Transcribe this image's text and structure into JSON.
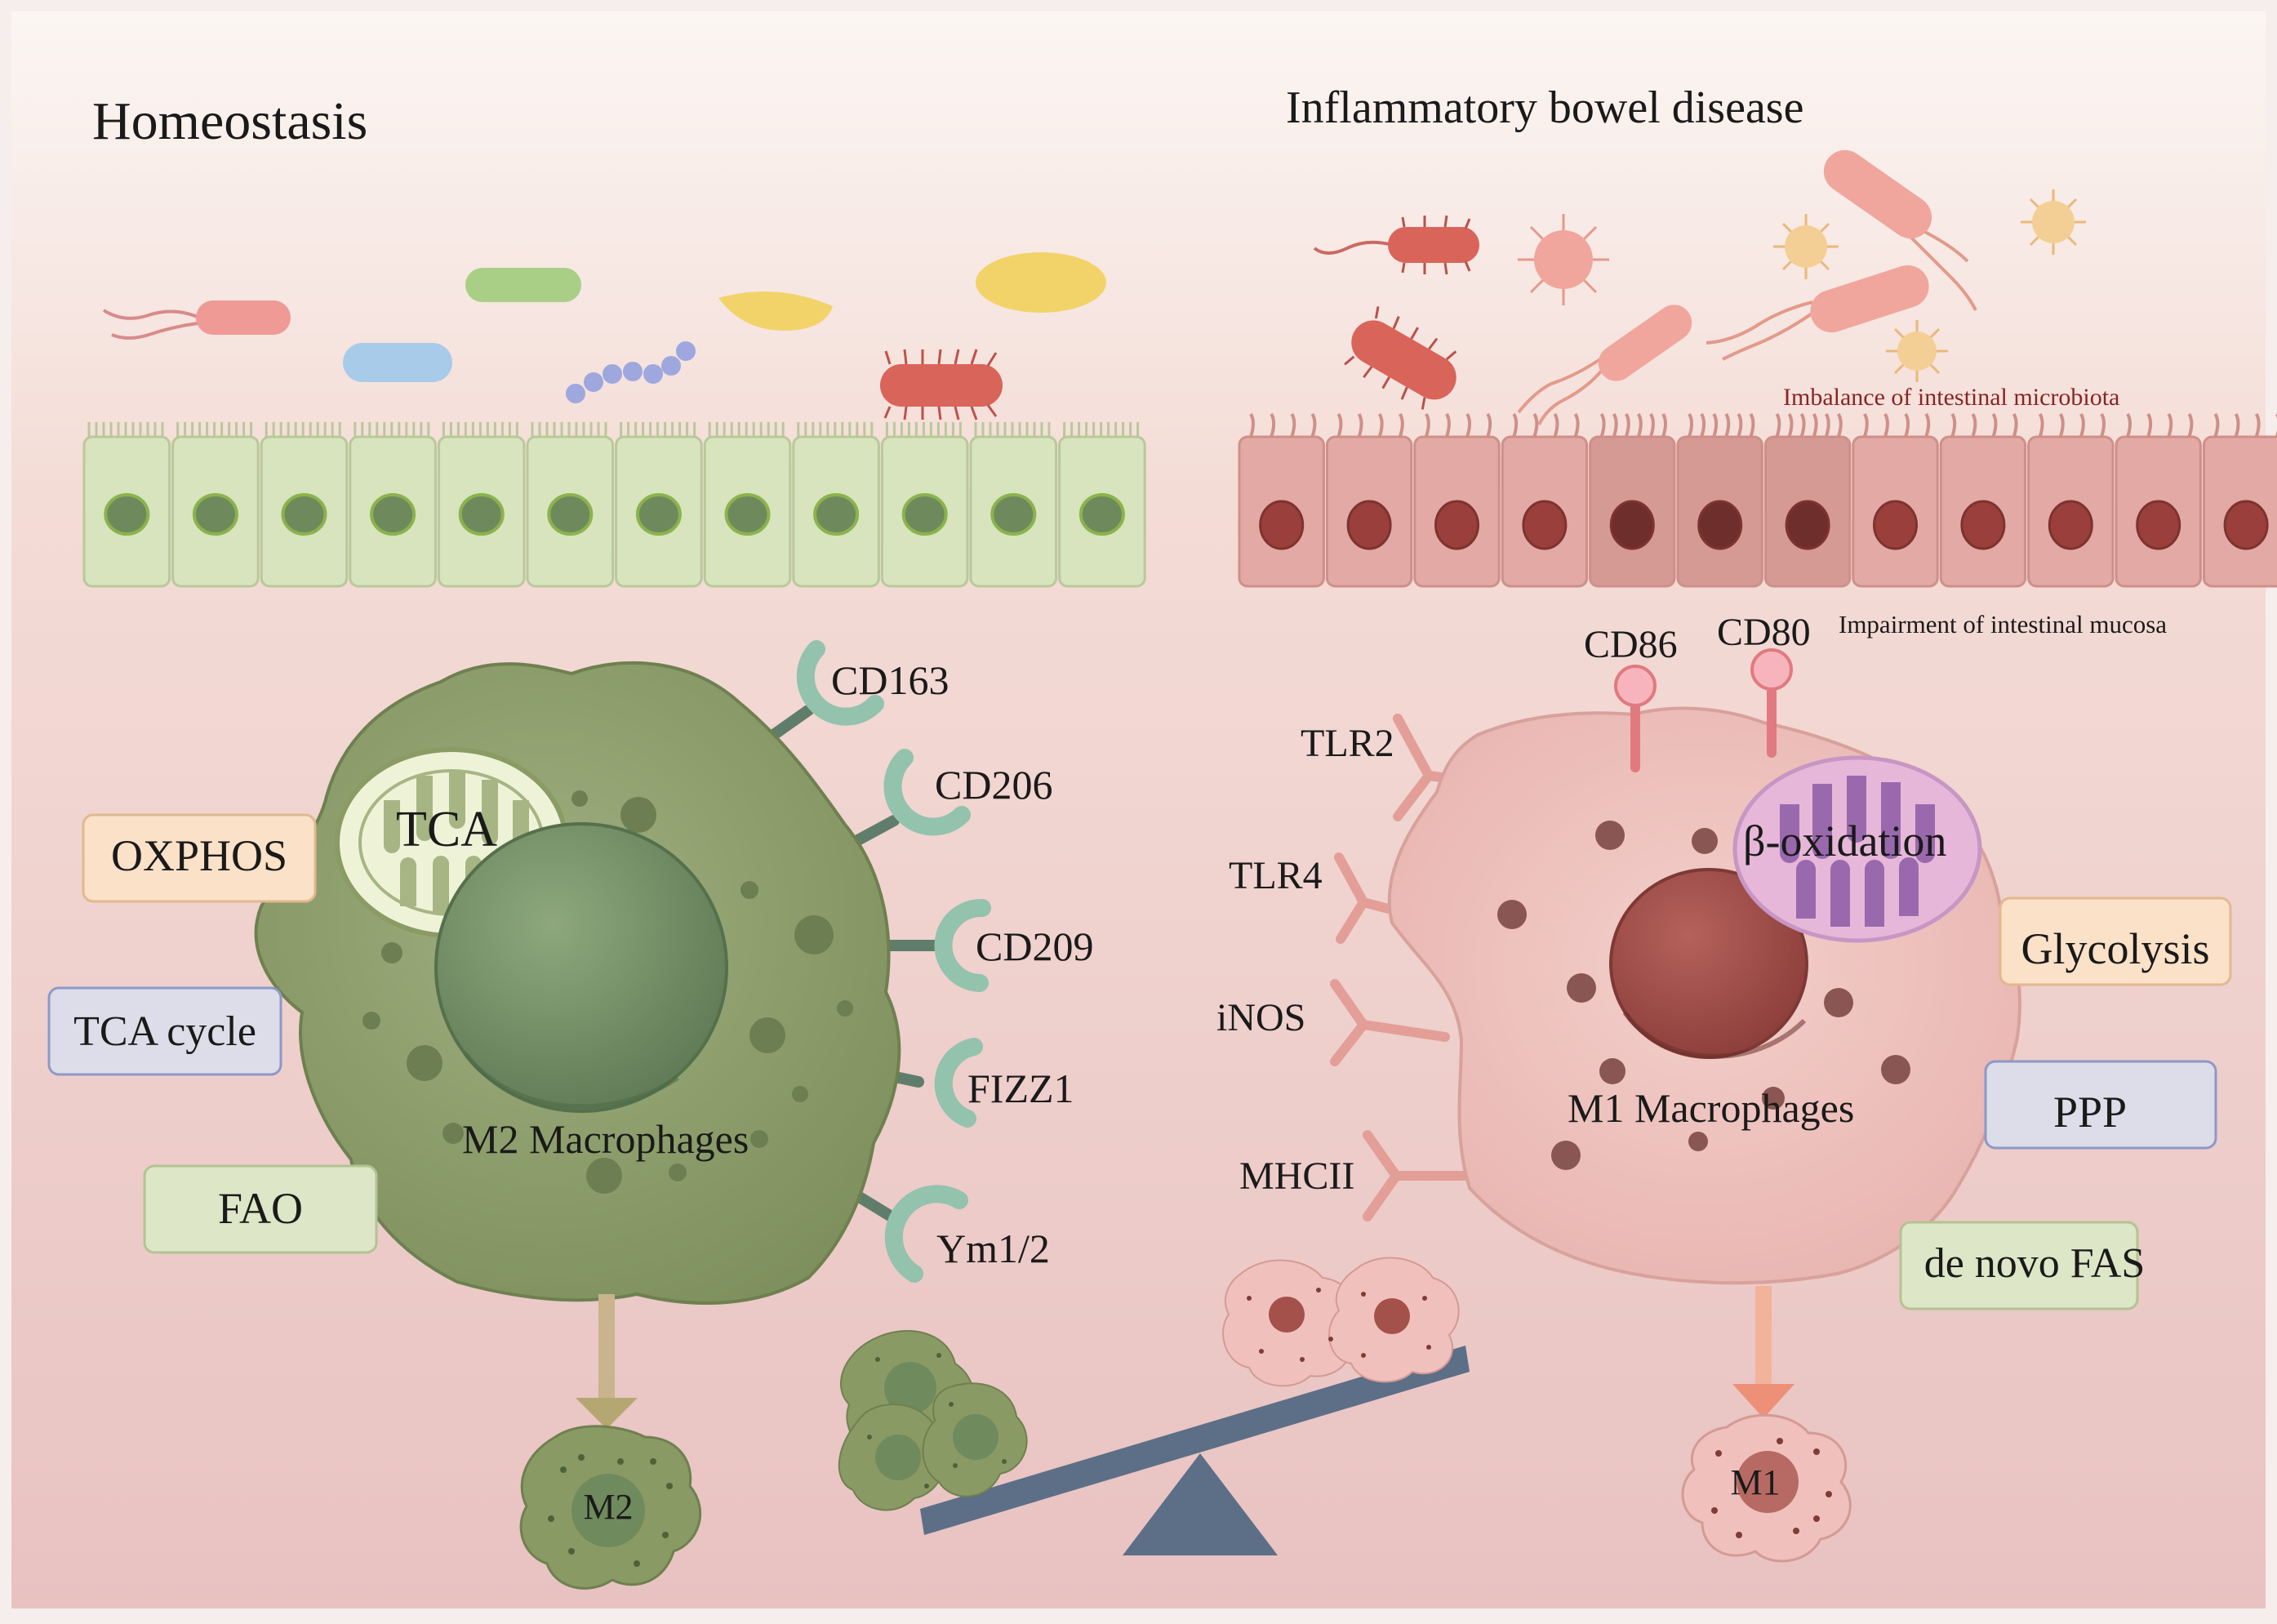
{
  "sections": {
    "homeostasis_title": "Homeostasis",
    "ibd_title": "Inflammatory bowel disease"
  },
  "annotations": {
    "imbalance": "Imbalance of intestinal microbiota",
    "impairment": "Impairment of intestinal mucosa"
  },
  "m2": {
    "cell_label": "M2 Macrophages",
    "mitochondria_label": "TCA",
    "small_cell_label": "M2",
    "metabolism": [
      "OXPHOS",
      "TCA cycle",
      "FAO"
    ],
    "receptors": [
      "CD163",
      "CD206",
      "CD209",
      "FIZZ1",
      "Ym1/2"
    ]
  },
  "m1": {
    "cell_label": "M1 Macrophages",
    "mitochondria_label": "β-oxidation",
    "small_cell_label": "M1",
    "metabolism": [
      "Glycolysis",
      "PPP",
      "de novo FAS"
    ],
    "surface_markers": [
      "CD86",
      "CD80"
    ],
    "receptors": [
      "TLR2",
      "TLR4",
      "iNOS",
      "MHCII"
    ]
  },
  "colors": {
    "healthy_epithelium": "#d7e4bd",
    "inflamed_epithelium": "#e3a9a4",
    "m2_cell": "#8e9f6c",
    "m1_cell": "#efc2be",
    "seesaw": "#5c6f86",
    "annotation_text": "#8a2424"
  }
}
